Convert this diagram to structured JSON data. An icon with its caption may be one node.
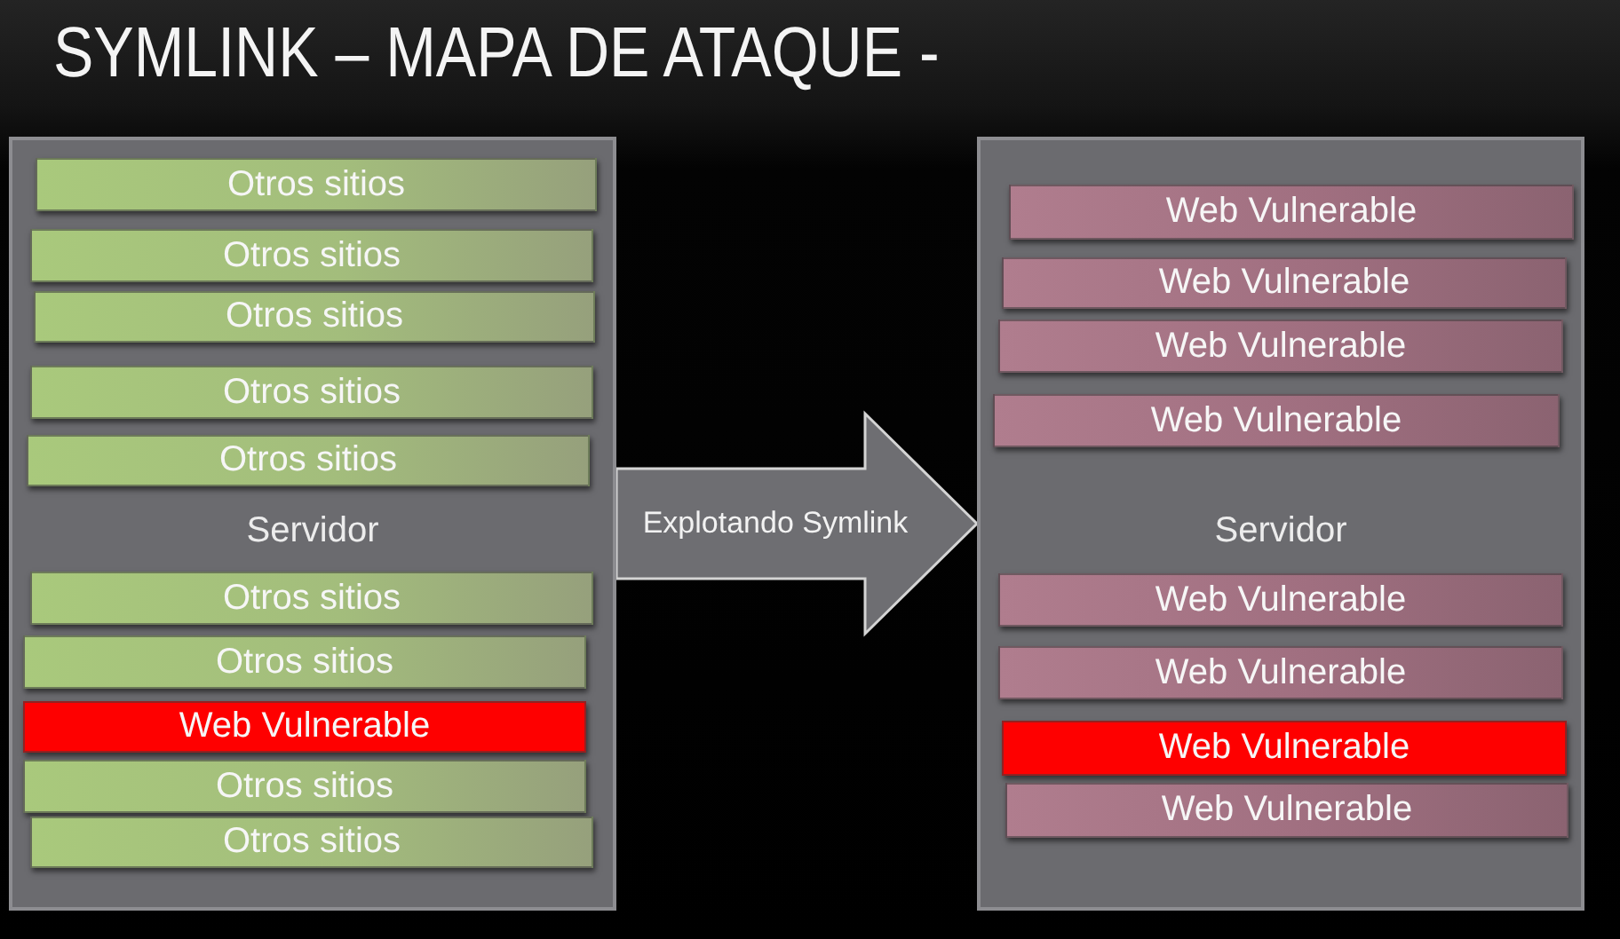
{
  "diagram": {
    "title": "SYMLINK – MAPA DE ATAQUE -",
    "nodes": [
      {
        "text": [
          "Servidor"
        ]
      },
      {
        "text": [
          "Otros sitios"
        ],
        "in": 0
      },
      {
        "text": [
          "Otros sitios"
        ],
        "in": 0
      },
      {
        "text": [
          "Otros sitios"
        ],
        "in": 0
      },
      {
        "text": [
          "Otros sitios"
        ],
        "in": 0
      },
      {
        "text": [
          "Otros sitios"
        ],
        "in": 0
      },
      {
        "text": [
          "Otros sitios"
        ],
        "in": 0
      },
      {
        "text": [
          "Otros sitios"
        ],
        "in": 0
      },
      {
        "text": [
          "Web Vulnerable"
        ],
        "in": 0
      },
      {
        "text": [
          "Otros sitios"
        ],
        "in": 0
      },
      {
        "text": [
          "Otros sitios"
        ],
        "in": 0
      },
      {
        "text": [
          "Servidor"
        ]
      },
      {
        "text": [
          "Web Vulnerable"
        ],
        "in": 11
      },
      {
        "text": [
          "Web Vulnerable"
        ],
        "in": 11
      },
      {
        "text": [
          "Web Vulnerable"
        ],
        "in": 11
      },
      {
        "text": [
          "Web Vulnerable"
        ],
        "in": 11
      },
      {
        "text": [
          "Web Vulnerable"
        ],
        "in": 11
      },
      {
        "text": [
          "Web Vulnerable"
        ],
        "in": 11
      },
      {
        "text": [
          "Web Vulnerable"
        ],
        "in": 11
      },
      {
        "text": [
          "Web Vulnerable"
        ],
        "in": 11
      }
    ],
    "edges": [
      {
        "from": 0,
        "to": 11,
        "arrow": "to",
        "label": "Explotando Symlink",
        "style": "thick"
      }
    ]
  }
}
